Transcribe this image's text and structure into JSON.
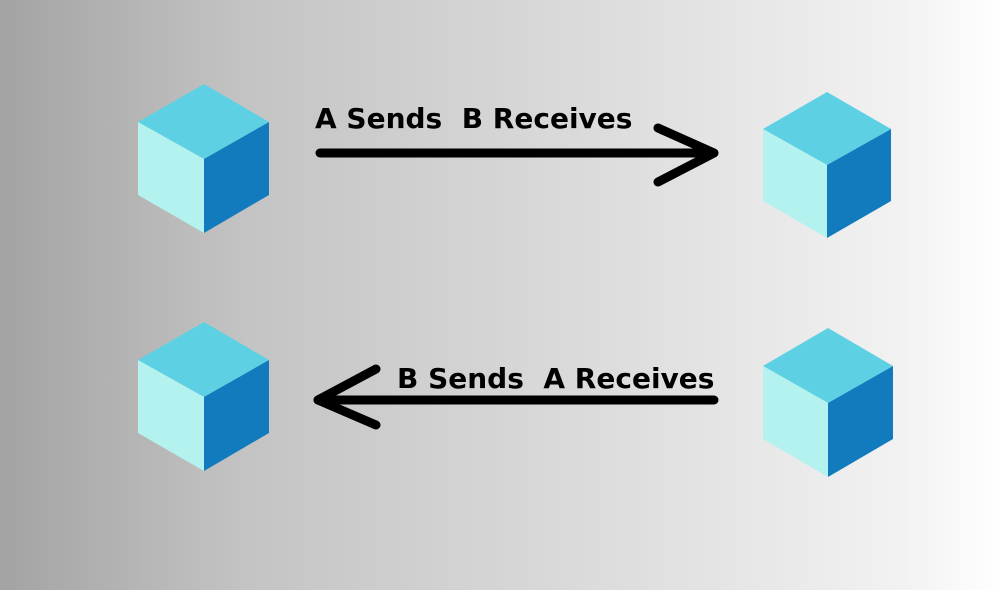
{
  "diagram": {
    "nodes": [
      {
        "id": "node-a-top",
        "role": "A"
      },
      {
        "id": "node-b-top",
        "role": "B"
      },
      {
        "id": "node-a-bottom",
        "role": "A"
      },
      {
        "id": "node-b-bottom",
        "role": "B"
      }
    ],
    "edges": [
      {
        "from": "A",
        "to": "B",
        "label": "A Sends  B Receives",
        "direction": "right"
      },
      {
        "from": "B",
        "to": "A",
        "label": "B Sends  A Receives",
        "direction": "left"
      }
    ],
    "colors": {
      "cube_top": "#5dd1e3",
      "cube_left": "#b4f2ef",
      "cube_right": "#127bbd",
      "arrow": "#000000"
    }
  }
}
